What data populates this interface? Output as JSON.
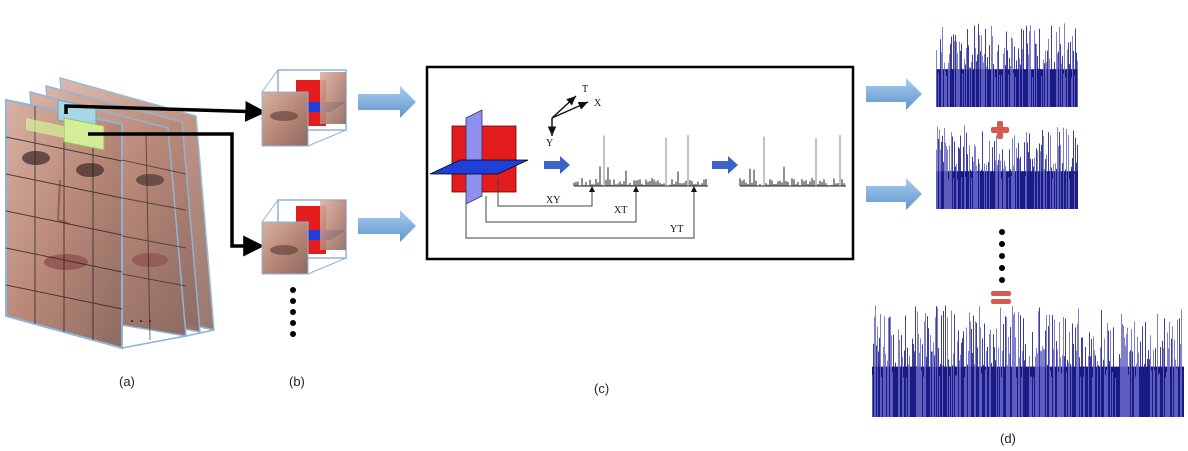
{
  "labels": {
    "a": "(a)",
    "b": "(b)",
    "c": "(c)",
    "d": "(d)",
    "ellipsis": ". . ."
  },
  "axes": {
    "t": "T",
    "x": "X",
    "y": "Y"
  },
  "planes": {
    "xy": "XY",
    "xt": "XT",
    "yt": "YT"
  },
  "symbols": {
    "plus": "+",
    "minus": "="
  },
  "colors": {
    "frame_border": "#8fb4d8",
    "block_highlight_green": "#d6f29a",
    "block_highlight_blue": "#a6dcef",
    "plane_red": "#e31d1d",
    "plane_blue": "#1f3fd6",
    "plane_lavender": "#8f8ff0",
    "flow_arrow": "#7fb0de",
    "small_arrow": "#3c64c8",
    "histogram": "#1a1a8c",
    "face_skin": "#c49a8a"
  }
}
